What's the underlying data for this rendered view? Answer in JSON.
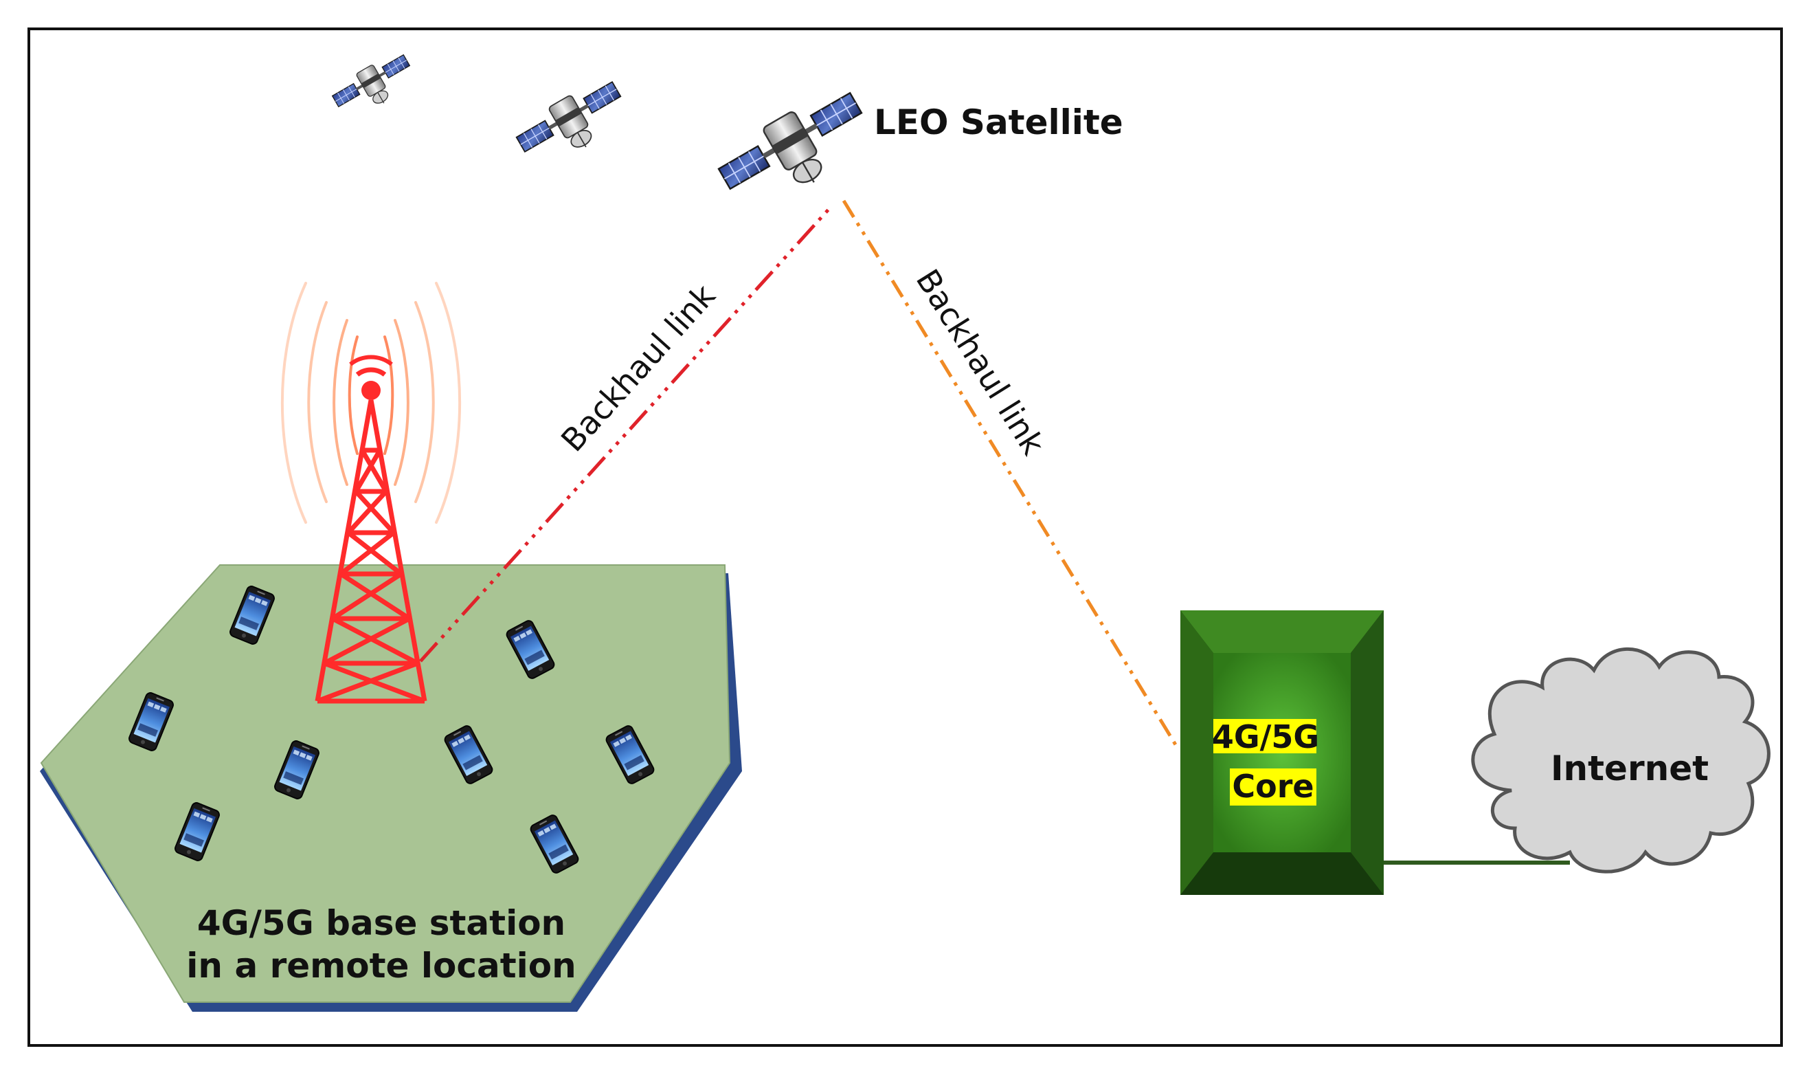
{
  "diagram": {
    "satellite_label": "LEO Satellite",
    "backhaul_left_label": "Backhaul link",
    "backhaul_right_label": "Backhaul link",
    "base_station_line1": "4G/5G base station",
    "base_station_line2": "in a remote location",
    "core_line1": "4G/5G",
    "core_line2": "Core",
    "internet_label": "Internet"
  },
  "colors": {
    "frame": "#111111",
    "hex_fill": "#a9c494",
    "hex_edge": "#2b4a8b",
    "tower": "#ff2b2b",
    "wave_outer": "#ffb08a",
    "wave_inner": "#ff6a4a",
    "link_left": "#e0222a",
    "link_right": "#f08a24",
    "core_dark": "#1f4f12",
    "core_light": "#4aa52a",
    "core_highlight": "#ffff00",
    "cloud": "#d6d6d6",
    "cable": "#2f5a1e"
  },
  "icons": [
    "satellite-icon",
    "cell-tower-icon",
    "smartphone-icon",
    "cloud-icon"
  ]
}
